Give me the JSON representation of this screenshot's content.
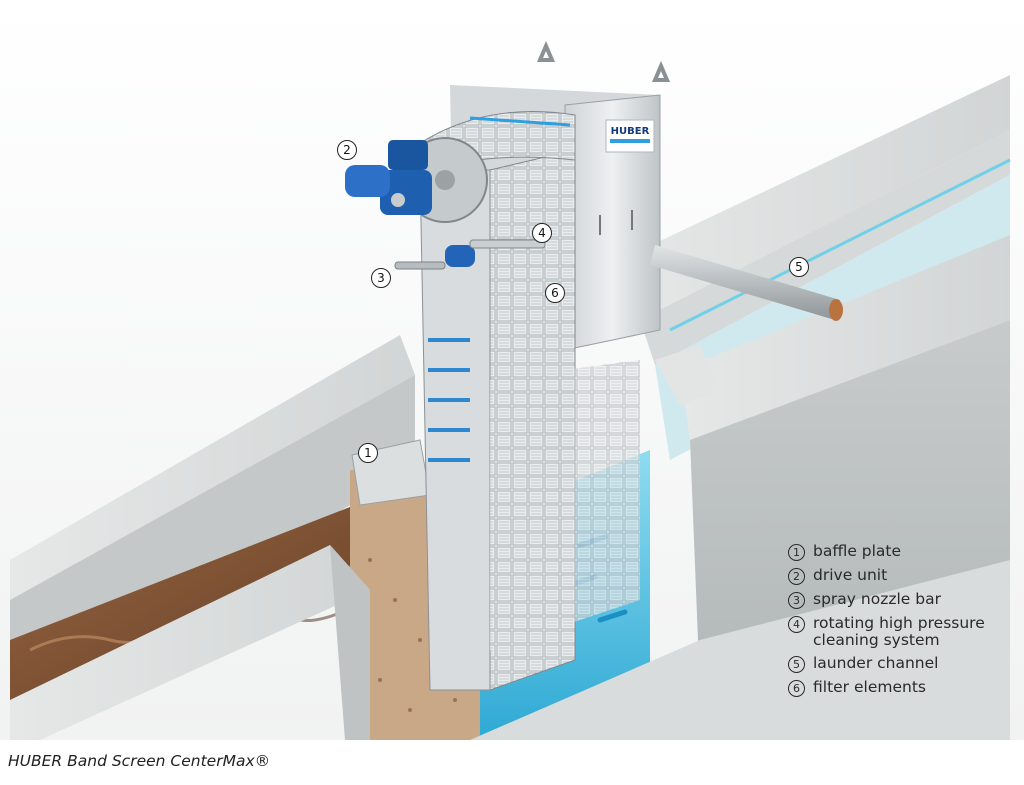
{
  "brand": {
    "logo_text": "HUBER"
  },
  "markers": [
    "1",
    "2",
    "3",
    "4",
    "5",
    "6"
  ],
  "legend": [
    {
      "num": "1",
      "label": "baffle plate"
    },
    {
      "num": "2",
      "label": "drive unit"
    },
    {
      "num": "3",
      "label": "spray nozzle bar"
    },
    {
      "num": "4",
      "label": "rotating high pressure\ncleaning system"
    },
    {
      "num": "5",
      "label": "launder channel"
    },
    {
      "num": "6",
      "label": "filter elements"
    }
  ],
  "caption": "HUBER Band Screen CenterMax®",
  "colors": {
    "motor": "#1f5fb0",
    "water": "#4fc3e6",
    "sludge": "#7a4a2a",
    "concrete": "#d9dcdc"
  }
}
